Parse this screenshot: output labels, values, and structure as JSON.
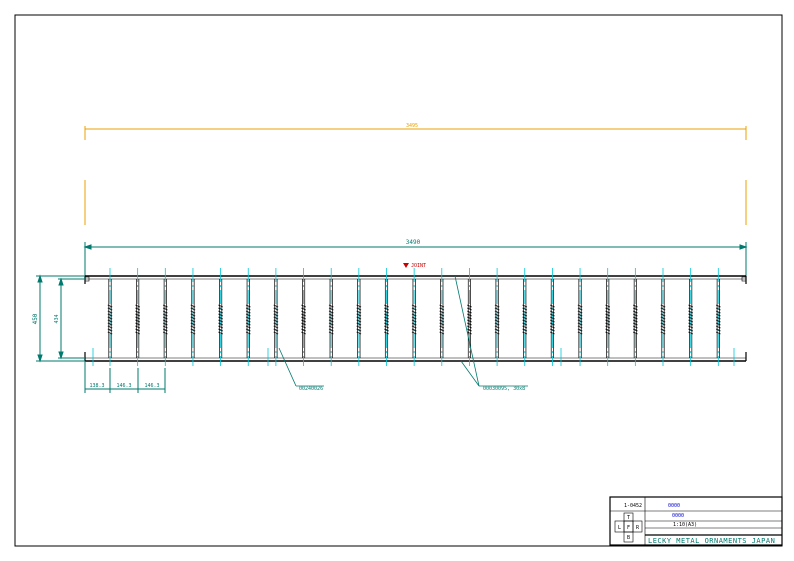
{
  "drawing": {
    "overall_dimension": "3495",
    "inner_dimension": "3490",
    "height_outer": "450",
    "height_inner": "434",
    "joint_label": "JOINT",
    "pitch_labels": [
      "138.3",
      "146.3",
      "146.3"
    ],
    "callout_left": "00240026",
    "callout_right": "00030095, 30x8",
    "colors": {
      "orange_dimension": "#e8a000",
      "teal_dimension": "#007a6e",
      "cyan_center": "#00c8d8",
      "joint_red": "#c80000",
      "line": "#000000"
    }
  },
  "title_block": {
    "drawing_no": "1-0452",
    "item_value": "0000",
    "sub_value": "0000",
    "scale": "1:10(A3)",
    "views": [
      "T",
      "L",
      "F",
      "R",
      "B"
    ],
    "company": "LECKY METAL ORNAMENTS JAPAN"
  }
}
